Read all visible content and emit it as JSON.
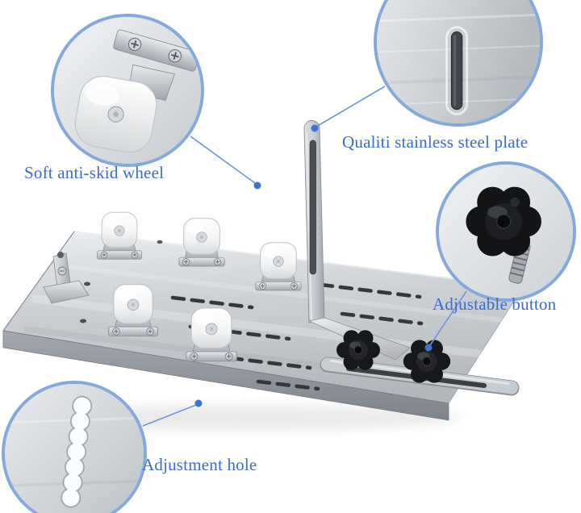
{
  "callouts": {
    "wheel": {
      "label": "Soft anti-skid wheel",
      "icon": "caster-wheel-closeup-icon"
    },
    "plate": {
      "label": "Qualiti stainless steel plate",
      "icon": "slotted-steel-plate-closeup-icon"
    },
    "button": {
      "label": "Adjustable button",
      "icon": "star-knob-closeup-icon"
    },
    "hole": {
      "label": "Adjustment hole",
      "icon": "slotted-hole-closeup-icon"
    }
  },
  "colors": {
    "accent_blue": "#3b6cd4",
    "callout_ring": "#84a9db",
    "connector_line": "#6b97d8",
    "background": "#ffffff"
  }
}
